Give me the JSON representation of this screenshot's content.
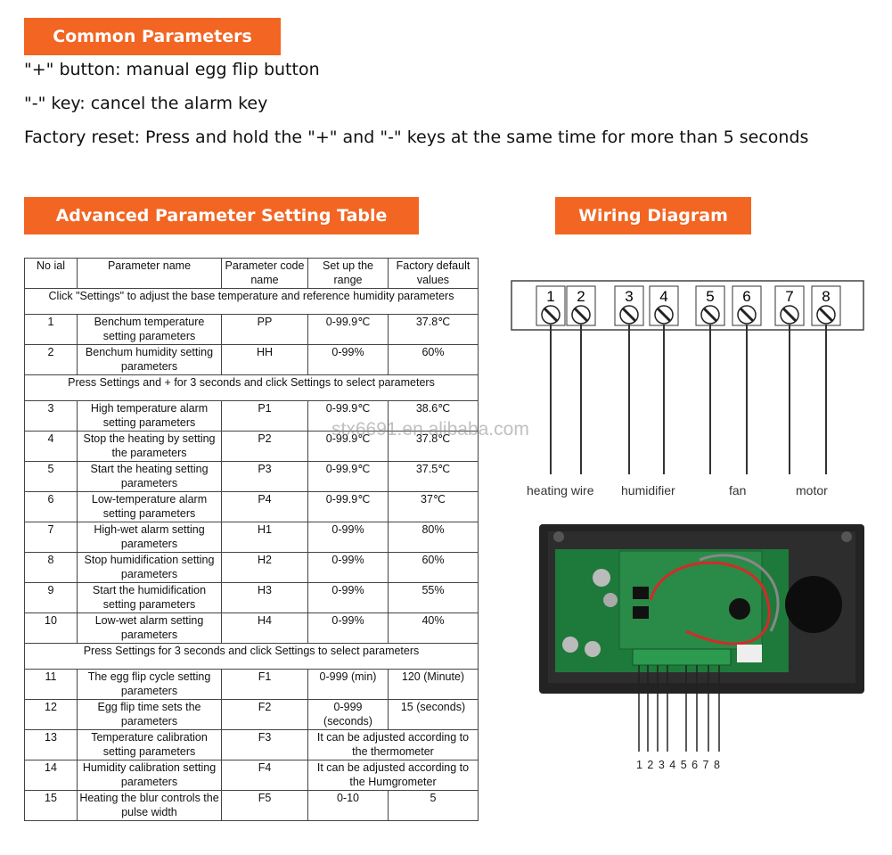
{
  "common": {
    "title": "Common Parameters",
    "lines": [
      "\"+\" button: manual egg flip button",
      "\"-\" key: cancel the alarm key",
      "Factory reset: Press and hold the \"+\" and \"-\" keys at the same time for more than 5 seconds"
    ]
  },
  "advanced": {
    "title": "Advanced Parameter Setting Table",
    "headers": {
      "no": "No ial",
      "name": "Parameter name",
      "code": "Parameter code name",
      "range": "Set up the range",
      "default": "Factory default values"
    },
    "sections": [
      "Click \"Settings\"  to adjust the base temperature and reference humidity parameters",
      "Press Settings and + for 3 seconds and click Settings to select parameters",
      "Press Settings for 3 seconds and click Settings to select parameters"
    ],
    "rows": [
      {
        "no": "1",
        "name": "Benchum temperature setting parameters",
        "code": "PP",
        "range": "0-99.9℃",
        "default": "37.8℃"
      },
      {
        "no": "2",
        "name": "Benchum humidity setting parameters",
        "code": "HH",
        "range": "0-99%",
        "default": "60%"
      },
      {
        "no": "3",
        "name": "High temperature alarm setting parameters",
        "code": "P1",
        "range": "0-99.9℃",
        "default": "38.6℃"
      },
      {
        "no": "4",
        "name": "Stop the heating by setting the parameters",
        "code": "P2",
        "range": "0-99.9℃",
        "default": "37.8℃"
      },
      {
        "no": "5",
        "name": "Start the heating setting parameters",
        "code": "P3",
        "range": "0-99.9℃",
        "default": "37.5℃"
      },
      {
        "no": "6",
        "name": "Low-temperature alarm setting parameters",
        "code": "P4",
        "range": "0-99.9℃",
        "default": "37℃"
      },
      {
        "no": "7",
        "name": "High-wet alarm setting parameters",
        "code": "H1",
        "range": "0-99%",
        "default": "80%"
      },
      {
        "no": "8",
        "name": "Stop humidification setting parameters",
        "code": "H2",
        "range": "0-99%",
        "default": "60%"
      },
      {
        "no": "9",
        "name": "Start the humidification setting parameters",
        "code": "H3",
        "range": "0-99%",
        "default": "55%"
      },
      {
        "no": "10",
        "name": "Low-wet alarm setting parameters",
        "code": "H4",
        "range": "0-99%",
        "default": "40%"
      },
      {
        "no": "11",
        "name": "The egg flip cycle setting parameters",
        "code": "F1",
        "range": "0-999 (min)",
        "default": "120 (Minute)"
      },
      {
        "no": "12",
        "name": "Egg flip time sets the parameters",
        "code": "F2",
        "range": "0-999 (seconds)",
        "default": "15 (seconds)"
      },
      {
        "no": "13",
        "name": "Temperature calibration setting parameters",
        "code": "F3",
        "range_default": "It can be adjusted according to the thermometer"
      },
      {
        "no": "14",
        "name": "Humidity calibration setting parameters",
        "code": "F4",
        "range_default": "It can be adjusted according to the Humgrometer"
      },
      {
        "no": "15",
        "name": "Heating the blur controls the pulse width",
        "code": "F5",
        "range": "0-10",
        "default": "5"
      }
    ]
  },
  "wiring": {
    "title": "Wiring Diagram",
    "terminals": [
      "1",
      "2",
      "3",
      "4",
      "5",
      "6",
      "7",
      "8"
    ],
    "labels": [
      "heating wire",
      "humidifier",
      "fan",
      "motor"
    ],
    "bottom_numbers": "1 2 3 4 5 6 7 8"
  },
  "watermark": "stx6691.en.alibaba.com",
  "colors": {
    "accent": "#f26522",
    "board": "#1e7a3a",
    "case": "#222222"
  }
}
